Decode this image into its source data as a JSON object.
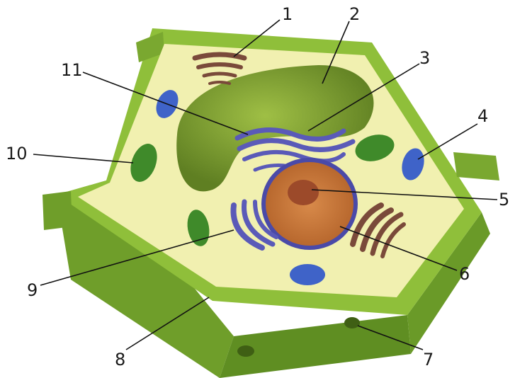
{
  "diagram": {
    "labels": [
      {
        "id": "1",
        "text": "1"
      },
      {
        "id": "2",
        "text": "2"
      },
      {
        "id": "3",
        "text": "3"
      },
      {
        "id": "4",
        "text": "4"
      },
      {
        "id": "5",
        "text": "5"
      },
      {
        "id": "6",
        "text": "6"
      },
      {
        "id": "7",
        "text": "7"
      },
      {
        "id": "8",
        "text": "8"
      },
      {
        "id": "9",
        "text": "9"
      },
      {
        "id": "10",
        "text": "10"
      },
      {
        "id": "11",
        "text": "11"
      }
    ],
    "colors": {
      "cell_wall": "#8fbf3a",
      "cell_wall_dark": "#6f9e2a",
      "cytoplasm": "#f1f0b0",
      "vacuole": "#7f9f35",
      "nucleus": "#c87a3c",
      "nucleolus": "#9c4a2a",
      "chloroplast": "#3f8a2a",
      "mitochondrion": "#3f63c8",
      "er": "#5a5ab8",
      "golgi": "#7a4a3a"
    }
  }
}
